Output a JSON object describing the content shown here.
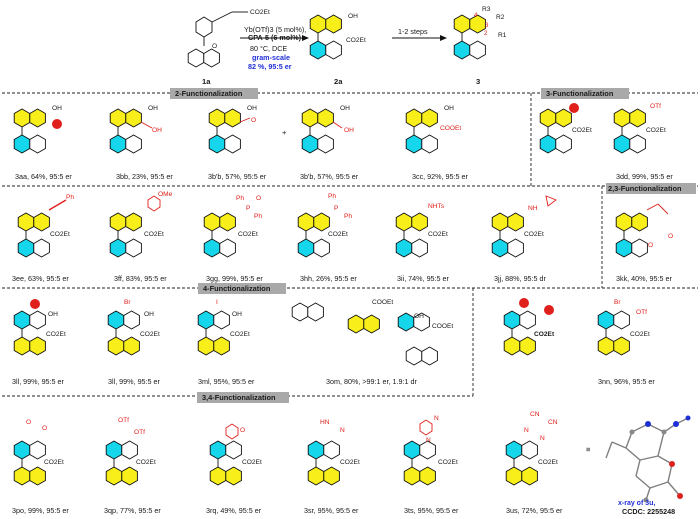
{
  "scheme": {
    "reactant_label": "1a",
    "reactant_group": "CO2Et",
    "arrow1": {
      "line1": "Yb(OTf)3 (5 mol%),",
      "line2": "CPA-5 (6 mol%)",
      "line3": "80 °C, DCE",
      "line4": "gram-scale",
      "line5": "82 %, 95:5 er"
    },
    "intermediate_label": "2a",
    "intermediate_groups": {
      "oh": "OH",
      "ester": "CO2Et"
    },
    "arrow2": "1-2 steps",
    "product_label": "3",
    "product_groups": {
      "r3": "R3",
      "r2": "R2",
      "r1": "R1",
      "n4": "4",
      "n3": "3",
      "n2": "2"
    }
  },
  "sections": {
    "s2": "2-Functionalization",
    "s3": "3-Functionalization",
    "s23": "2,3-Functionalization",
    "s4": "4-Functionalization",
    "s34": "3,4-Functionalization"
  },
  "compounds": {
    "c3a": "3aa, 64%, 95:5 er",
    "c3b": "3bb, 23%, 95:5 er",
    "c3bp": "3b'b, 57%, 95:5 er",
    "c3c": "3cc, 92%, 95:5 er",
    "c3d": "3dd, 99%, 95:5 er",
    "c3e": "3ee, 63%, 95:5 er",
    "c3f": "3ff, 83%, 95:5 er",
    "c3g": "3gg, 99%, 95:5 er",
    "c3h": "3hh, 26%, 95:5 er",
    "c3i": "3ii, 74%, 95:5 er",
    "c3j": "3jj, 88%, 95:5 dr",
    "c3k": "3kk, 40%, 95:5 er",
    "c3l": "3ll, 99%, 95:5 er",
    "c3m": "3ml, 95%, 95:5 er",
    "c3o": "3om, 80%, >99:1 er, 1.9:1 dr",
    "c3n": "3nn, 96%, 95:5 er",
    "c3p": "3po, 99%, 95:5 er",
    "c3q": "3qp, 77%, 95:5 er",
    "c3r": "3rq, 49%, 95:5 er",
    "c3s": "3sr, 95%, 95:5 er",
    "c3t": "3ts, 95%, 95:5 er",
    "c3u": "3us, 72%, 95:5 er"
  },
  "groups": {
    "oh": "OH",
    "co2et": "CO2Et",
    "otf": "OTf",
    "ome": "OMe",
    "ph": "Ph",
    "o": "O",
    "p": "P",
    "nhts": "NHTs",
    "nh": "NH",
    "br": "Br",
    "i": "I",
    "cooet": "COOEt",
    "cn": "CN",
    "n": "N",
    "hn": "HN"
  },
  "xray": {
    "line1": "x-ray of 3u,",
    "line2": "CCDC: 2255248"
  },
  "colors": {
    "yellow": "#f7ee1a",
    "cyan": "#15d6ea",
    "red": "#e0201b",
    "blue": "#1f2fd6",
    "grey": "#a9a9a9"
  }
}
